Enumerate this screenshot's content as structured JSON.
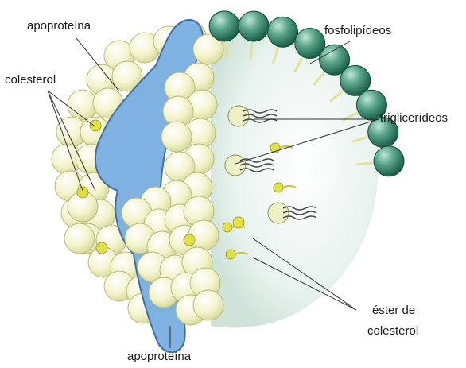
{
  "labels": {
    "apoproteina_top": "apoproteína",
    "colesterol": "colesterol",
    "fosfolipideos": "fosfolipídeos",
    "trigliceridios": "triglicerídeos",
    "ester_line1": "éster de",
    "ester_line2": "colesterol",
    "apoproteina_bottom": "apoproteína"
  },
  "colors": {
    "phospholipid_head_outer": "#1e6b52",
    "phospholipid_head_inner": "#8fd0b6",
    "cholesterol_yellow": "#e2e04a",
    "apoprotein_blue": "#7fb2e0",
    "sphere_cream": "#f1f2c8",
    "core_tint": "#e6f0ec"
  }
}
